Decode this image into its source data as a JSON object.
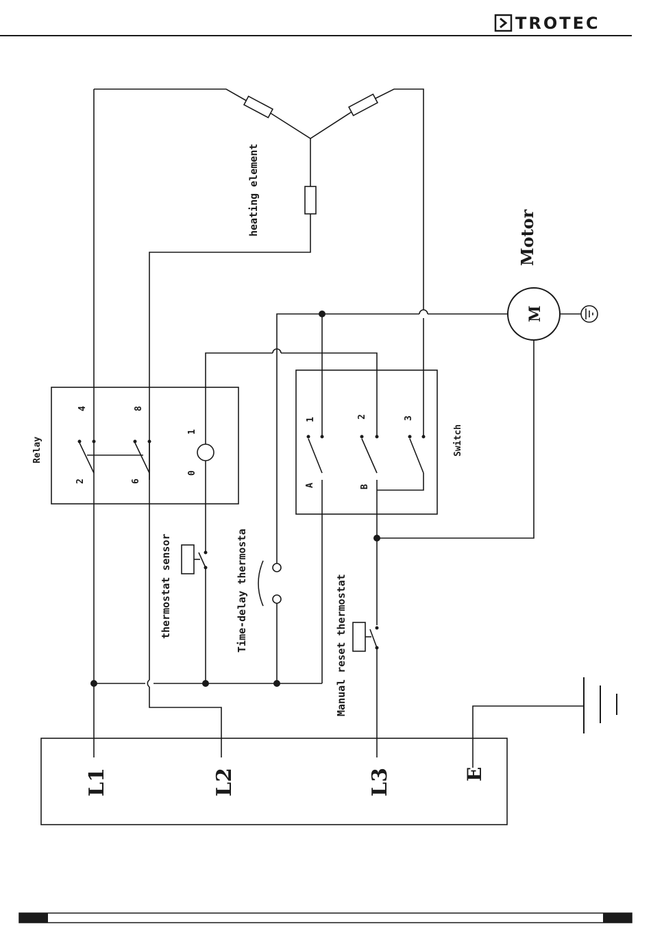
{
  "header": {
    "brand": "TROTEC"
  },
  "diagram": {
    "labels": {
      "heating_element": "heating element",
      "motor": "Motor",
      "motor_symbol": "M",
      "relay": "Relay",
      "switch": "Switch",
      "thermostat_sensor": "thermostat sensor",
      "time_delay_thermostat": "Time-delay thermosta",
      "manual_reset_thermostat": "Manual reset thermostat"
    },
    "relay_pins": {
      "p4": "4",
      "p8": "8",
      "p1": "1",
      "p2": "2",
      "p6": "6",
      "p0": "0"
    },
    "switch_pins": {
      "p1": "1",
      "p2": "2",
      "p3": "3",
      "pA": "A",
      "pB": "B"
    },
    "terminals": {
      "l1": "L1",
      "l2": "L2",
      "l3": "L3",
      "e": "E"
    }
  }
}
